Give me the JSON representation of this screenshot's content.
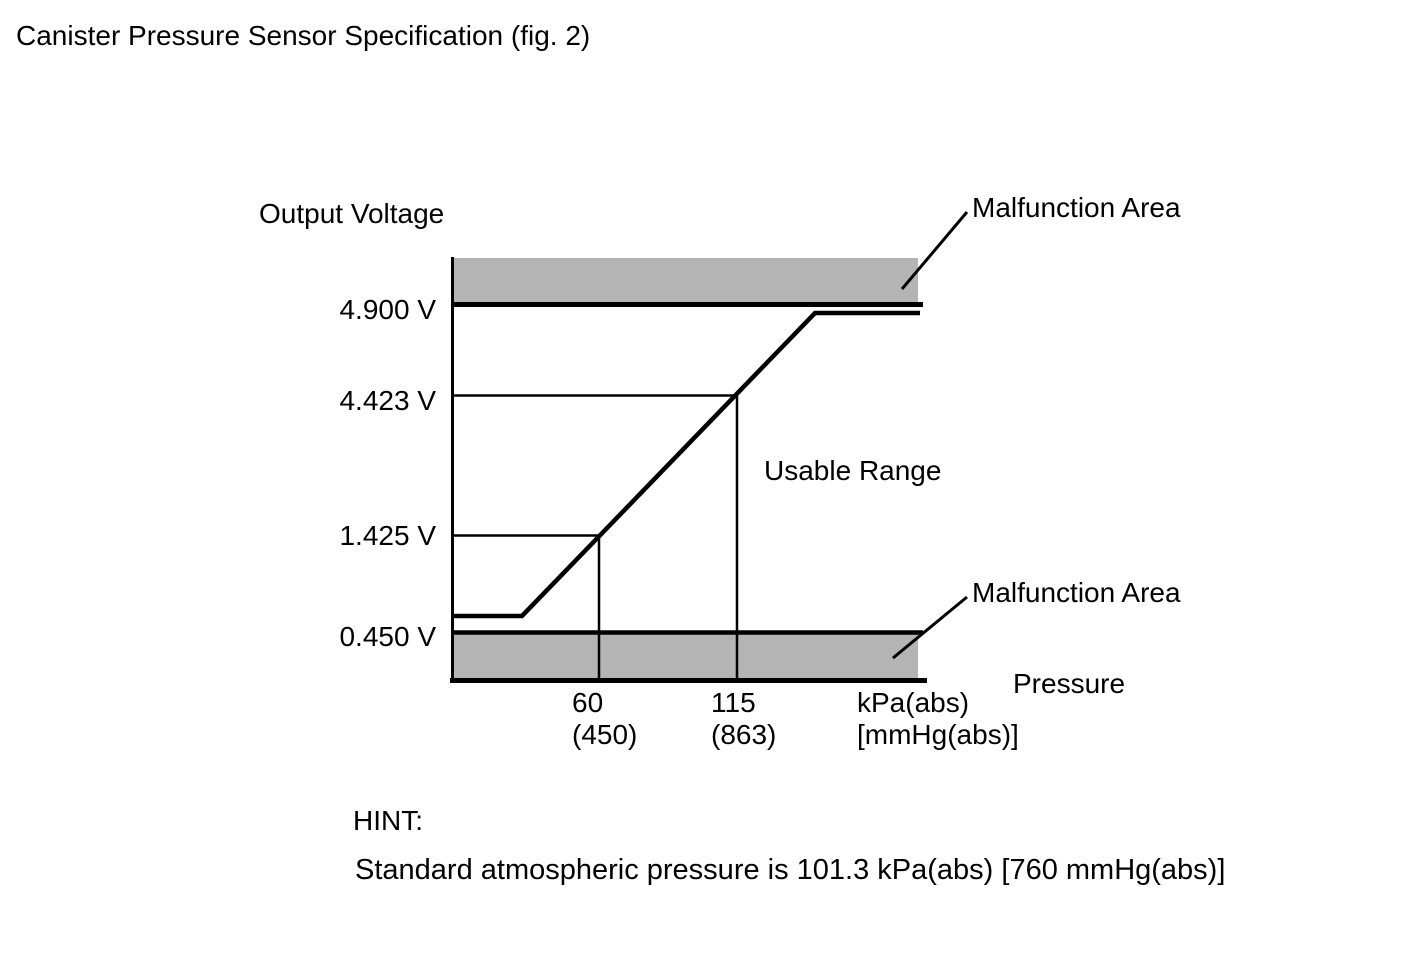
{
  "page": {
    "title": "Canister Pressure Sensor Specification (fig. 2)"
  },
  "chart": {
    "y_axis_title": "Output Voltage",
    "x_axis_title": "Pressure",
    "y_ticks": [
      "4.900 V",
      "4.423 V",
      "1.425 V",
      "0.450 V"
    ],
    "x_ticks": [
      {
        "kpa": "60",
        "mmhg": "(450)"
      },
      {
        "kpa": "115",
        "mmhg": "(863)"
      }
    ],
    "x_unit_line1": "kPa(abs)",
    "x_unit_line2": "[mmHg(abs)]",
    "labels": {
      "malfunction_top": "Malfunction Area",
      "malfunction_bottom": "Malfunction Area",
      "usable_range": "Usable Range"
    }
  },
  "hint": {
    "heading": "HINT:",
    "body": "Standard atmospheric pressure is 101.3 kPa(abs) [760 mmHg(abs)]"
  },
  "colors": {
    "band_gray": "#b4b4b4",
    "ink": "#000000",
    "background": "#ffffff"
  },
  "chart_data": {
    "type": "line",
    "title": "Canister Pressure Sensor Specification (fig. 2)",
    "xlabel": "Pressure kPa(abs) [mmHg(abs)]",
    "ylabel": "Output Voltage",
    "x_tick_values": [
      {
        "pressure_kpa": 60,
        "pressure_mmhg": 450
      },
      {
        "pressure_kpa": 115,
        "pressure_mmhg": 863
      }
    ],
    "y_tick_values_v": [
      4.9,
      4.423,
      1.425,
      0.45
    ],
    "calibration_points": [
      {
        "pressure_kpa": 60,
        "pressure_mmhg": 450,
        "output_v": 1.425
      },
      {
        "pressure_kpa": 115,
        "pressure_mmhg": 863,
        "output_v": 4.423
      }
    ],
    "malfunction_areas": [
      {
        "region": "above",
        "threshold_v": 4.9,
        "label": "Malfunction Area"
      },
      {
        "region": "below",
        "threshold_v": 0.45,
        "label": "Malfunction Area"
      }
    ],
    "usable_range": {
      "label": "Usable Range",
      "min_v": 0.45,
      "max_v": 4.9
    },
    "curve_shape_schematic": [
      {
        "segment": "low-clip-flat",
        "approx_output_v": 0.55,
        "approx_from_kpa": 0,
        "approx_to_kpa": 30
      },
      {
        "segment": "linear-ramp",
        "from": [
          60,
          1.425
        ],
        "to": [
          115,
          4.423
        ]
      },
      {
        "segment": "high-clip-flat",
        "approx_output_v": 4.87,
        "approx_from_kpa": 146
      }
    ],
    "grid": false,
    "legend": false,
    "not_to_scale": true,
    "hint": "Standard atmospheric pressure is 101.3 kPa(abs) [760 mmHg(abs)]"
  }
}
